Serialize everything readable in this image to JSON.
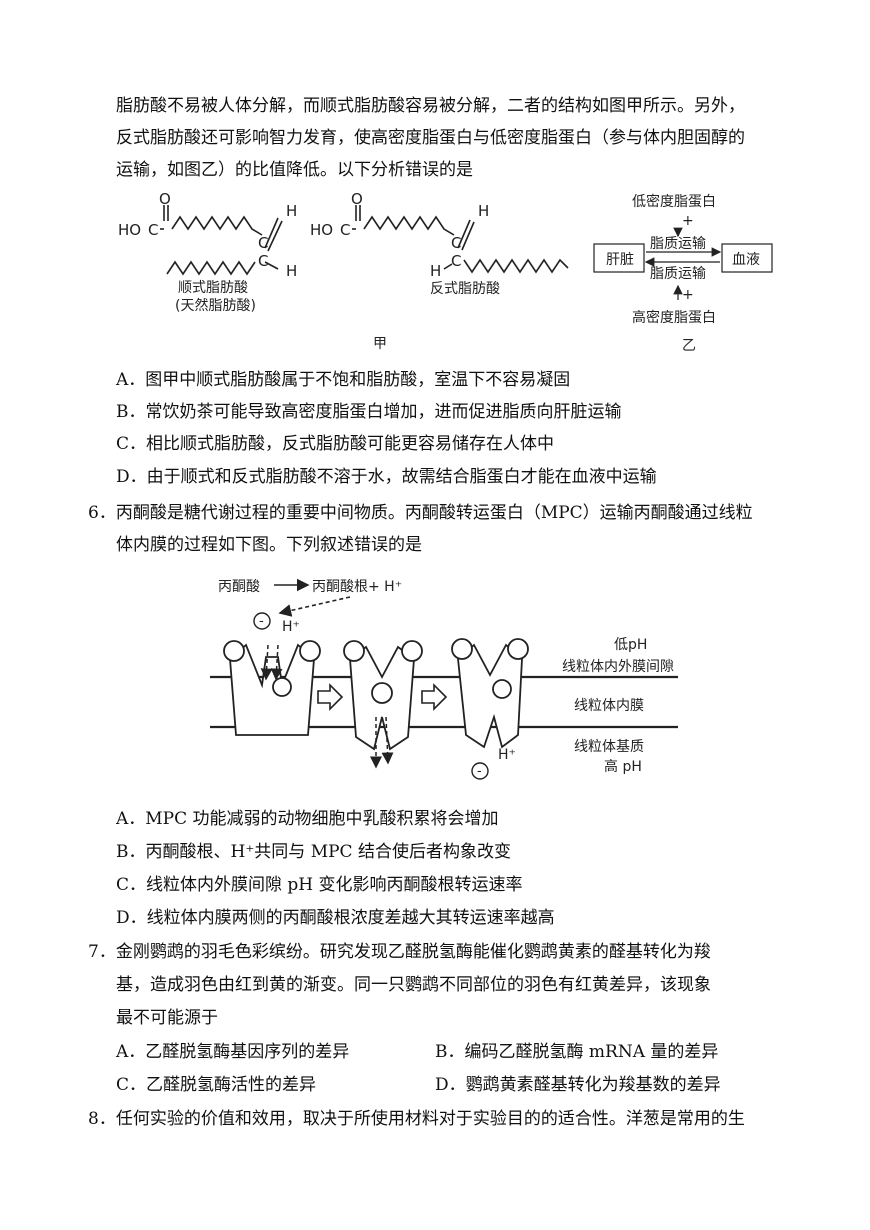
{
  "q5": {
    "intro": [
      "脂肪酸不易被人体分解，而顺式脂肪酸容易被分解，二者的结构如图甲所示。另外，",
      "反式脂肪酸还可影响智力发育，使高密度脂蛋白与低密度脂蛋白（参与体内胆固醇的",
      "运输，如图乙）的比值降低。以下分析错误的是"
    ],
    "fig_jia": {
      "ho": "HO",
      "c": "C",
      "o": "O",
      "h": "H",
      "cis_label": "顺式脂肪酸",
      "cis_sub": "(天然脂肪酸)",
      "trans_label": "反式脂肪酸",
      "caption": "甲"
    },
    "fig_yi": {
      "ldl": "低密度脂蛋白",
      "hdl": "高密度脂蛋白",
      "plus": "+",
      "transport": "脂质运输",
      "liver": "肝脏",
      "blood": "血液",
      "caption": "乙"
    },
    "options": [
      "A．图甲中顺式脂肪酸属于不饱和脂肪酸，室温下不容易凝固",
      "B．常饮奶茶可能导致高密度脂蛋白增加，进而促进脂质向肝脏运输",
      "C．相比顺式脂肪酸，反式脂肪酸可能更容易储存在人体中",
      "D．由于顺式和反式脂肪酸不溶于水，故需结合脂蛋白才能在血液中运输"
    ]
  },
  "q6": {
    "stem": [
      "6．丙酮酸是糖代谢过程的重要中间物质。丙酮酸转运蛋白（MPC）运输丙酮酸通过线粒",
      "体内膜的过程如下图。下列叙述错误的是"
    ],
    "figure": {
      "pyruvate": "丙酮酸",
      "products": "丙酮酸根+ H⁺",
      "minus": "-",
      "hplus": "H⁺",
      "low_ph": "低pH",
      "intermembrane": "线粒体内外膜间隙",
      "inner_membrane": "线粒体内膜",
      "matrix": "线粒体基质",
      "high_ph": "高 pH"
    },
    "options": [
      "A．MPC 功能减弱的动物细胞中乳酸积累将会增加",
      "B．丙酮酸根、H⁺共同与 MPC 结合使后者构象改变",
      "C．线粒体内外膜间隙 pH 变化影响丙酮酸根转运速率",
      "D．线粒体内膜两侧的丙酮酸根浓度差越大其转运速率越高"
    ]
  },
  "q7": {
    "stem": [
      "7．金刚鹦鹉的羽毛色彩缤纷。研究发现乙醛脱氢酶能催化鹦鹉黄素的醛基转化为羧",
      "基，造成羽色由红到黄的渐变。同一只鹦鹉不同部位的羽色有红黄差异，该现象",
      "最不可能源于"
    ],
    "options": [
      "A．乙醛脱氢酶基因序列的差异",
      "B．编码乙醛脱氢酶 mRNA 量的差异",
      "C．乙醛脱氢酶活性的差异",
      "D．鹦鹉黄素醛基转化为羧基数的差异"
    ]
  },
  "q8": {
    "stem": [
      "8．任何实验的价值和效用，取决于所使用材料对于实验目的的适合性。洋葱是常用的生"
    ]
  }
}
